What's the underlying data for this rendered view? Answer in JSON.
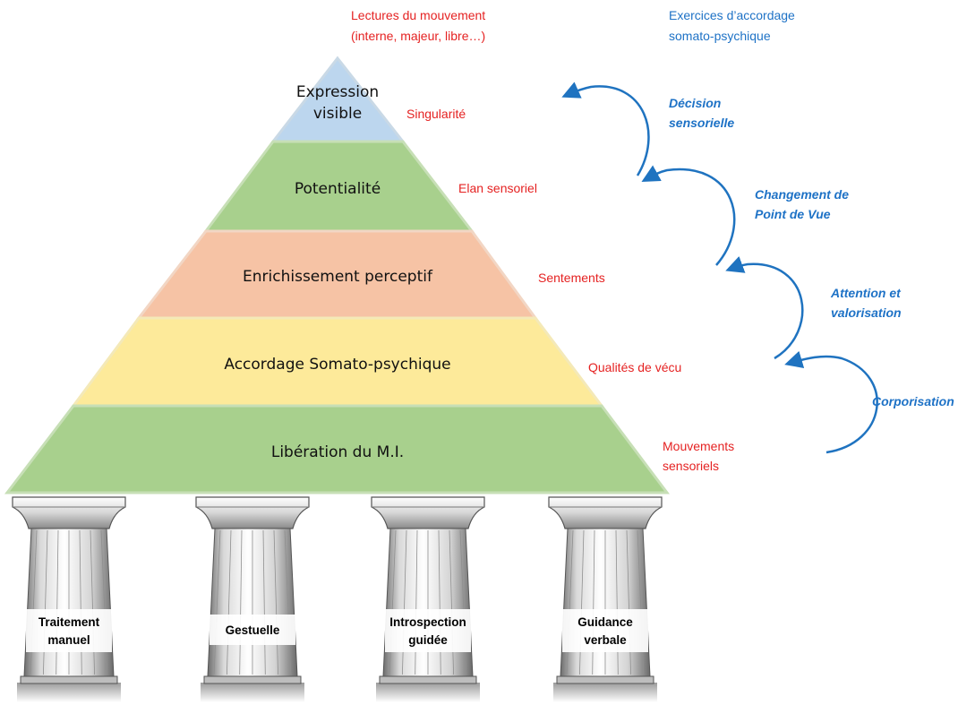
{
  "colors": {
    "level_top": "#bcd6ee",
    "level_green": "#a8d08d",
    "level_orange": "#f6c3a5",
    "level_yellow": "#fdea9a",
    "red_text": "#e52222",
    "blue_text": "#1e72c6",
    "arrow_blue": "#1f73c0"
  },
  "header": {
    "red_title_line1": "Lectures du mouvement",
    "red_title_line2": "(interne, majeur, libre…)",
    "blue_title_line1": "Exercices d’accordage",
    "blue_title_line2": "somato-psychique"
  },
  "pyramid": {
    "levels": [
      {
        "label_line1": "Expression",
        "label_line2": "visible",
        "side_label": "Singularité"
      },
      {
        "label": "Potentialité",
        "side_label": "Elan sensoriel"
      },
      {
        "label": "Enrichissement perceptif",
        "side_label": "Sentements"
      },
      {
        "label": "Accordage Somato-psychique",
        "side_label": "Qualités de vécu"
      },
      {
        "label": "Libération du M.I.",
        "side_label_line1": "Mouvements",
        "side_label_line2": "sensoriels"
      }
    ]
  },
  "exercises": [
    {
      "line1": "Décision",
      "line2": "sensorielle"
    },
    {
      "line1": "Changement de",
      "line2": "Point de Vue"
    },
    {
      "line1": "Attention et",
      "line2": "valorisation"
    },
    {
      "line1": "Corporisation"
    }
  ],
  "pillars": [
    {
      "line1": "Traitement",
      "line2": "manuel"
    },
    {
      "line1": "Gestuelle"
    },
    {
      "line1": "Introspection",
      "line2": "guidée"
    },
    {
      "line1": "Guidance",
      "line2": "verbale"
    }
  ]
}
